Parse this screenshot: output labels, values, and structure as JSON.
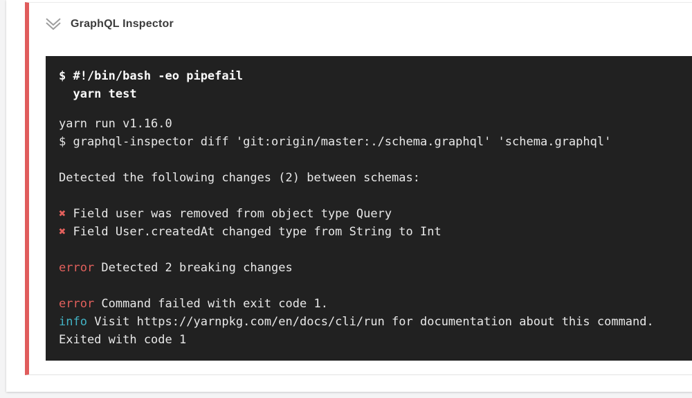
{
  "header": {
    "title": "GraphQL Inspector"
  },
  "colors": {
    "accent_red": "#e05c5c",
    "terminal_bg": "#212121",
    "default": "#e8e8e8",
    "red": "#e2605c",
    "cyan": "#42b3c5",
    "bold_text": "#fafafa",
    "title_text": "#3b3b3b",
    "icon_gray": "#9e9e9e"
  },
  "terminal": {
    "command_lines": [
      "$ #!/bin/bash -eo pipefail",
      "  yarn test"
    ],
    "output_lines": [
      {
        "segments": [
          {
            "text": "yarn run v1.16.0"
          }
        ]
      },
      {
        "segments": [
          {
            "text": "$ graphql-inspector diff 'git:origin/master:./schema.graphql' 'schema.graphql'"
          }
        ]
      },
      {
        "segments": []
      },
      {
        "segments": [
          {
            "text": "Detected the following changes (2) between schemas:"
          }
        ]
      },
      {
        "segments": []
      },
      {
        "segments": [
          {
            "text": "✖",
            "color": "red"
          },
          {
            "text": " Field user was removed from object type Query"
          }
        ]
      },
      {
        "segments": [
          {
            "text": "✖",
            "color": "red"
          },
          {
            "text": " Field User.createdAt changed type from String to Int"
          }
        ]
      },
      {
        "segments": []
      },
      {
        "segments": [
          {
            "text": "error",
            "color": "red"
          },
          {
            "text": " Detected 2 breaking changes"
          }
        ]
      },
      {
        "segments": []
      },
      {
        "segments": [
          {
            "text": "error",
            "color": "red"
          },
          {
            "text": " Command failed with exit code 1."
          }
        ]
      },
      {
        "segments": [
          {
            "text": "info",
            "color": "cyan"
          },
          {
            "text": " Visit https://yarnpkg.com/en/docs/cli/run for documentation about this command."
          }
        ]
      },
      {
        "segments": [
          {
            "text": "Exited with code 1"
          }
        ]
      }
    ]
  }
}
